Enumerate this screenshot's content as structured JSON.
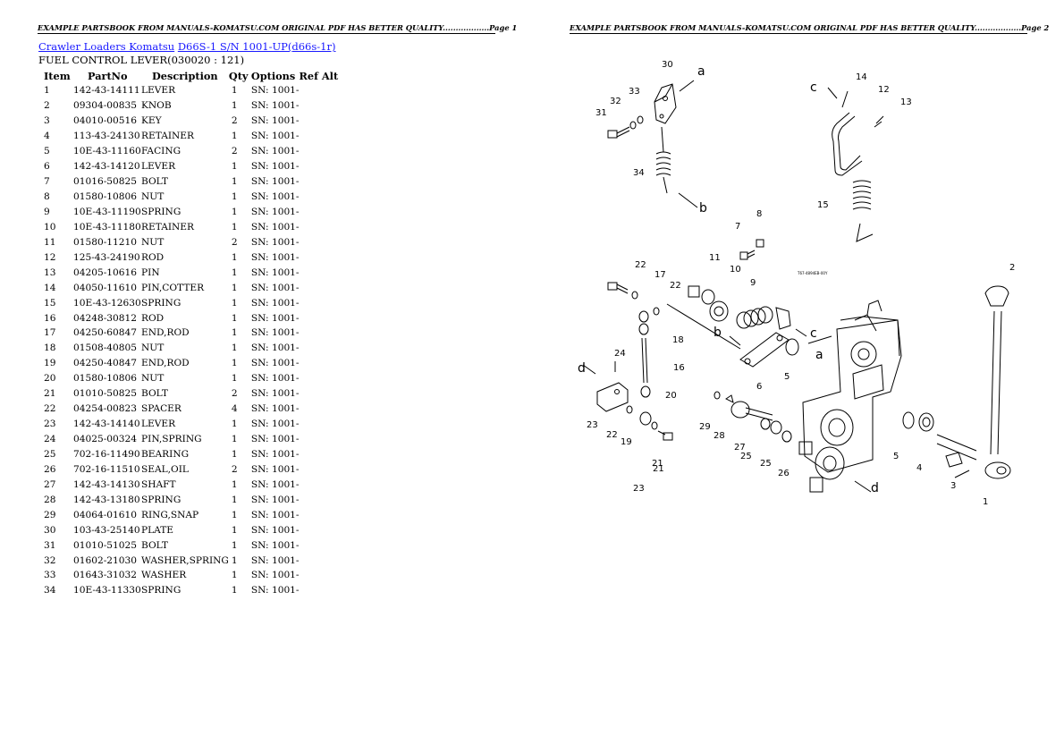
{
  "header_left": "EXAMPLE PARTSBOOK FROM MANUALS-KOMATSU.COM ORIGINAL PDF HAS BETTER QUALITY..................Page 1",
  "header_right": "EXAMPLE PARTSBOOK FROM MANUALS-KOMATSU.COM ORIGINAL PDF HAS BETTER QUALITY..................Page 2",
  "breadcrumb": {
    "category": "Crawler Loaders Komatsu",
    "model": "D66S-1 S/N 1001-UP(d66s-1r)"
  },
  "subtitle": "FUEL CONTROL LEVER(030020 : 121)",
  "table": {
    "headers": {
      "item": "Item",
      "partno": "PartNo",
      "description": "Description",
      "qty": "Qty",
      "options": "Options",
      "refalt": "Ref Alt"
    },
    "rows": [
      {
        "item": "1",
        "partno": "142-43-14111",
        "description": "LEVER",
        "qty": "1",
        "options": "SN: 1001-"
      },
      {
        "item": "2",
        "partno": "09304-00835",
        "description": "KNOB",
        "qty": "1",
        "options": "SN: 1001-"
      },
      {
        "item": "3",
        "partno": "04010-00516",
        "description": "KEY",
        "qty": "2",
        "options": "SN: 1001-"
      },
      {
        "item": "4",
        "partno": "113-43-24130",
        "description": "RETAINER",
        "qty": "1",
        "options": "SN: 1001-"
      },
      {
        "item": "5",
        "partno": "10E-43-11160",
        "description": "FACING",
        "qty": "2",
        "options": "SN: 1001-"
      },
      {
        "item": "6",
        "partno": "142-43-14120",
        "description": "LEVER",
        "qty": "1",
        "options": "SN: 1001-"
      },
      {
        "item": "7",
        "partno": "01016-50825",
        "description": "BOLT",
        "qty": "1",
        "options": "SN: 1001-"
      },
      {
        "item": "8",
        "partno": "01580-10806",
        "description": "NUT",
        "qty": "1",
        "options": "SN: 1001-"
      },
      {
        "item": "9",
        "partno": "10E-43-11190",
        "description": "SPRING",
        "qty": "1",
        "options": "SN: 1001-"
      },
      {
        "item": "10",
        "partno": "10E-43-11180",
        "description": "RETAINER",
        "qty": "1",
        "options": "SN: 1001-"
      },
      {
        "item": "11",
        "partno": "01580-11210",
        "description": "NUT",
        "qty": "2",
        "options": "SN: 1001-"
      },
      {
        "item": "12",
        "partno": "125-43-24190",
        "description": "ROD",
        "qty": "1",
        "options": "SN: 1001-"
      },
      {
        "item": "13",
        "partno": "04205-10616",
        "description": "PIN",
        "qty": "1",
        "options": "SN: 1001-"
      },
      {
        "item": "14",
        "partno": "04050-11610",
        "description": "PIN,COTTER",
        "qty": "1",
        "options": "SN: 1001-"
      },
      {
        "item": "15",
        "partno": "10E-43-12630",
        "description": "SPRING",
        "qty": "1",
        "options": "SN: 1001-"
      },
      {
        "item": "16",
        "partno": "04248-30812",
        "description": "ROD",
        "qty": "1",
        "options": "SN: 1001-"
      },
      {
        "item": "17",
        "partno": "04250-60847",
        "description": "END,ROD",
        "qty": "1",
        "options": "SN: 1001-"
      },
      {
        "item": "18",
        "partno": "01508-40805",
        "description": "NUT",
        "qty": "1",
        "options": "SN: 1001-"
      },
      {
        "item": "19",
        "partno": "04250-40847",
        "description": "END,ROD",
        "qty": "1",
        "options": "SN: 1001-"
      },
      {
        "item": "20",
        "partno": "01580-10806",
        "description": "NUT",
        "qty": "1",
        "options": "SN: 1001-"
      },
      {
        "item": "21",
        "partno": "01010-50825",
        "description": "BOLT",
        "qty": "2",
        "options": "SN: 1001-"
      },
      {
        "item": "22",
        "partno": "04254-00823",
        "description": "SPACER",
        "qty": "4",
        "options": "SN: 1001-"
      },
      {
        "item": "23",
        "partno": "142-43-14140",
        "description": "LEVER",
        "qty": "1",
        "options": "SN: 1001-"
      },
      {
        "item": "24",
        "partno": "04025-00324",
        "description": "PIN,SPRING",
        "qty": "1",
        "options": "SN: 1001-"
      },
      {
        "item": "25",
        "partno": "702-16-11490",
        "description": "BEARING",
        "qty": "1",
        "options": "SN: 1001-"
      },
      {
        "item": "26",
        "partno": "702-16-11510",
        "description": "SEAL,OIL",
        "qty": "2",
        "options": "SN: 1001-"
      },
      {
        "item": "27",
        "partno": "142-43-14130",
        "description": "SHAFT",
        "qty": "1",
        "options": "SN: 1001-"
      },
      {
        "item": "28",
        "partno": "142-43-13180",
        "description": "SPRING",
        "qty": "1",
        "options": "SN: 1001-"
      },
      {
        "item": "29",
        "partno": "04064-01610",
        "description": "RING,SNAP",
        "qty": "1",
        "options": "SN: 1001-"
      },
      {
        "item": "30",
        "partno": "103-43-25140",
        "description": "PLATE",
        "qty": "1",
        "options": "SN: 1001-"
      },
      {
        "item": "31",
        "partno": "01010-51025",
        "description": "BOLT",
        "qty": "1",
        "options": "SN: 1001-"
      },
      {
        "item": "32",
        "partno": "01602-21030",
        "description": "WASHER,SPRING",
        "qty": "1",
        "options": "SN: 1001-"
      },
      {
        "item": "33",
        "partno": "01643-31032",
        "description": "WASHER",
        "qty": "1",
        "options": "SN: 1001-"
      },
      {
        "item": "34",
        "partno": "10E-43-11330",
        "description": "SPRING",
        "qty": "1",
        "options": "SN: 1001-"
      }
    ]
  },
  "diagram": {
    "callouts": [
      "1",
      "2",
      "3",
      "4",
      "5",
      "5",
      "6",
      "7",
      "8",
      "9",
      "10",
      "11",
      "12",
      "13",
      "14",
      "15",
      "16",
      "17",
      "18",
      "19",
      "20",
      "21",
      "21",
      "22",
      "22",
      "22",
      "23",
      "23",
      "24",
      "25",
      "25",
      "26",
      "27",
      "28",
      "29",
      "30",
      "31",
      "32",
      "33",
      "34"
    ],
    "ref_letters": [
      "a",
      "a",
      "b",
      "b",
      "c",
      "c",
      "d",
      "d"
    ]
  }
}
